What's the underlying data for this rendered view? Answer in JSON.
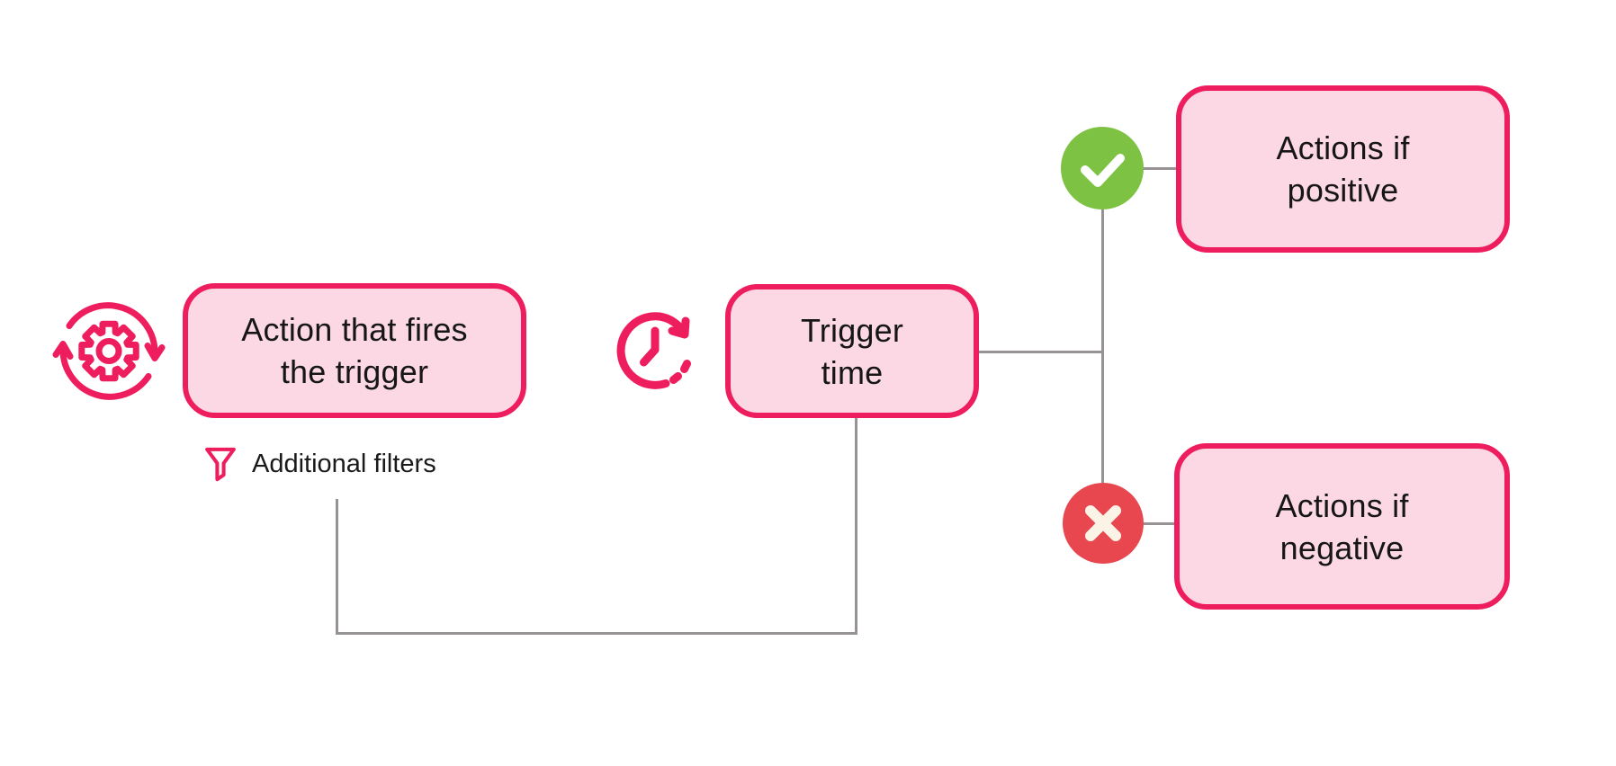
{
  "diagram": {
    "title_hint": "trigger-flow-diagram",
    "nodes": {
      "action": {
        "line1": "Action that fires",
        "line2": "the trigger"
      },
      "trigger": {
        "line1": "Trigger",
        "line2": "time"
      },
      "positive": {
        "line1": "Actions if",
        "line2": "positive"
      },
      "negative": {
        "line1": "Actions if",
        "line2": "negative"
      }
    },
    "labels": {
      "additional_filters": "Additional filters"
    },
    "icons": [
      {
        "name": "gear-sync-icon",
        "meaning": "action that fires the trigger"
      },
      {
        "name": "clock-arrow-icon",
        "meaning": "trigger time"
      },
      {
        "name": "filter-funnel-icon",
        "meaning": "additional filters"
      },
      {
        "name": "check-icon",
        "meaning": "positive branch"
      },
      {
        "name": "cross-icon",
        "meaning": "negative branch"
      }
    ],
    "colors": {
      "accent_pink": "#EE1D5E",
      "node_fill": "#FBD8E4",
      "text": "#161616",
      "connector_gray": "#969296",
      "success_green": "#7DC242",
      "error_red": "#E84750",
      "cross_cream": "#FAF3E6",
      "check_white": "#FFFFFF",
      "background": "#FFFFFF"
    }
  }
}
